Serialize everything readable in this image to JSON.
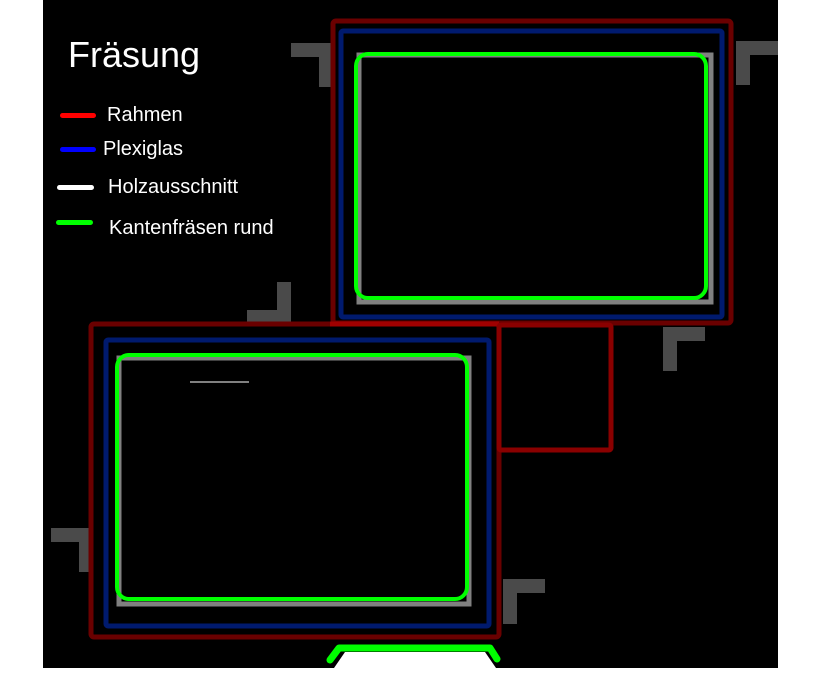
{
  "title": "Fräsung",
  "legend": [
    {
      "label": "Rahmen",
      "color": "#ff0000"
    },
    {
      "label": "Plexiglas",
      "color": "#0000ff"
    },
    {
      "label": "Holzausschnitt",
      "color": "#ffffff"
    },
    {
      "label": "Kantenfräsen rund",
      "color": "#00ff00"
    }
  ],
  "colors": {
    "background": "#000000",
    "rahmen": "#6a0000",
    "rahmen_bright": "#a00000",
    "plexiglas": "#001a6e",
    "holz": "#808080",
    "kante": "#00ff00",
    "marker": "#4a4a4a"
  }
}
